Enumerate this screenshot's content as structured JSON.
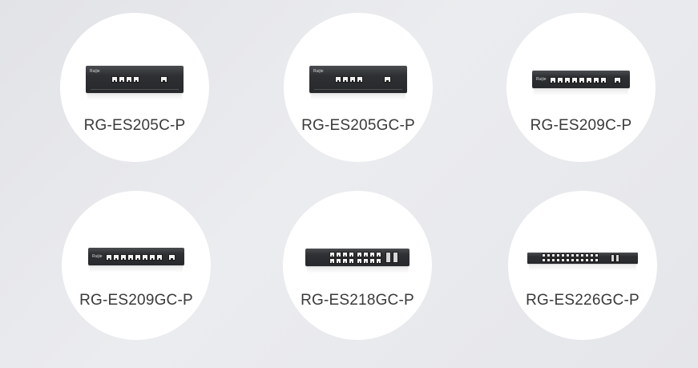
{
  "products": [
    {
      "model": "RG-ES205C-P"
    },
    {
      "model": "RG-ES205GC-P"
    },
    {
      "model": "RG-ES209C-P"
    },
    {
      "model": "RG-ES209GC-P"
    },
    {
      "model": "RG-ES218GC-P"
    },
    {
      "model": "RG-ES226GC-P"
    }
  ],
  "device_brand": "Ruijie"
}
